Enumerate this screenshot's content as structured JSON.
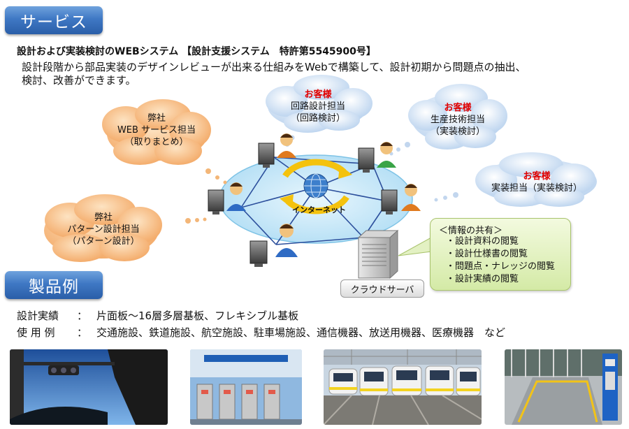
{
  "service_badge": "サービス",
  "heading": "設計および実装検討のWEBシステム 【設計支援システム　特許第5545900号】",
  "description": [
    "設計段階から部品実装のデザインレビューが出来る仕組みをWebで構築して、設計初期から問題点の抽出、",
    "検討、改善ができます。"
  ],
  "clouds": {
    "company_web": {
      "org": "弊社",
      "line1": "WEB サービス担当",
      "line2": "（取りまとめ）"
    },
    "company_pattern": {
      "org": "弊社",
      "line1": "パターン設計担当",
      "line2": "（パターン設計）"
    },
    "customer_circuit": {
      "org": "お客様",
      "line1": "回路設計担当",
      "line2": "（回路検討）"
    },
    "customer_production": {
      "org": "お客様",
      "line1": "生産技術担当",
      "line2": "（実装検討）"
    },
    "customer_mount": {
      "org": "お客様",
      "line1": "実装担当（実装検討）"
    }
  },
  "internet_label": "インターネット",
  "server_label": "クラウドサーバ",
  "info_share": {
    "title": "＜情報の共有＞",
    "items": [
      "設計資料の閲覧",
      "設計仕様書の閲覧",
      "問題点・ナレッジの閲覧",
      "設計実績の閲覧"
    ]
  },
  "products_badge": "製品例",
  "specs": {
    "record_label": "設計実績",
    "record_sep": "：",
    "record_value": "片面板～16層多層基板、フレキシブル基板",
    "usage_label": "使 用 例",
    "usage_sep": "：",
    "usage_value": "交通施設、鉄道施設、航空施設、駐車場施設、通信機器、放送用機器、医療機器　など"
  },
  "colors": {
    "badge": "#3f78c4",
    "cloud_orange": "#f6b97a",
    "cloud_blue": "#c9dcf2",
    "customer_red": "#e00000",
    "ellipse": "#bfe3f7"
  }
}
